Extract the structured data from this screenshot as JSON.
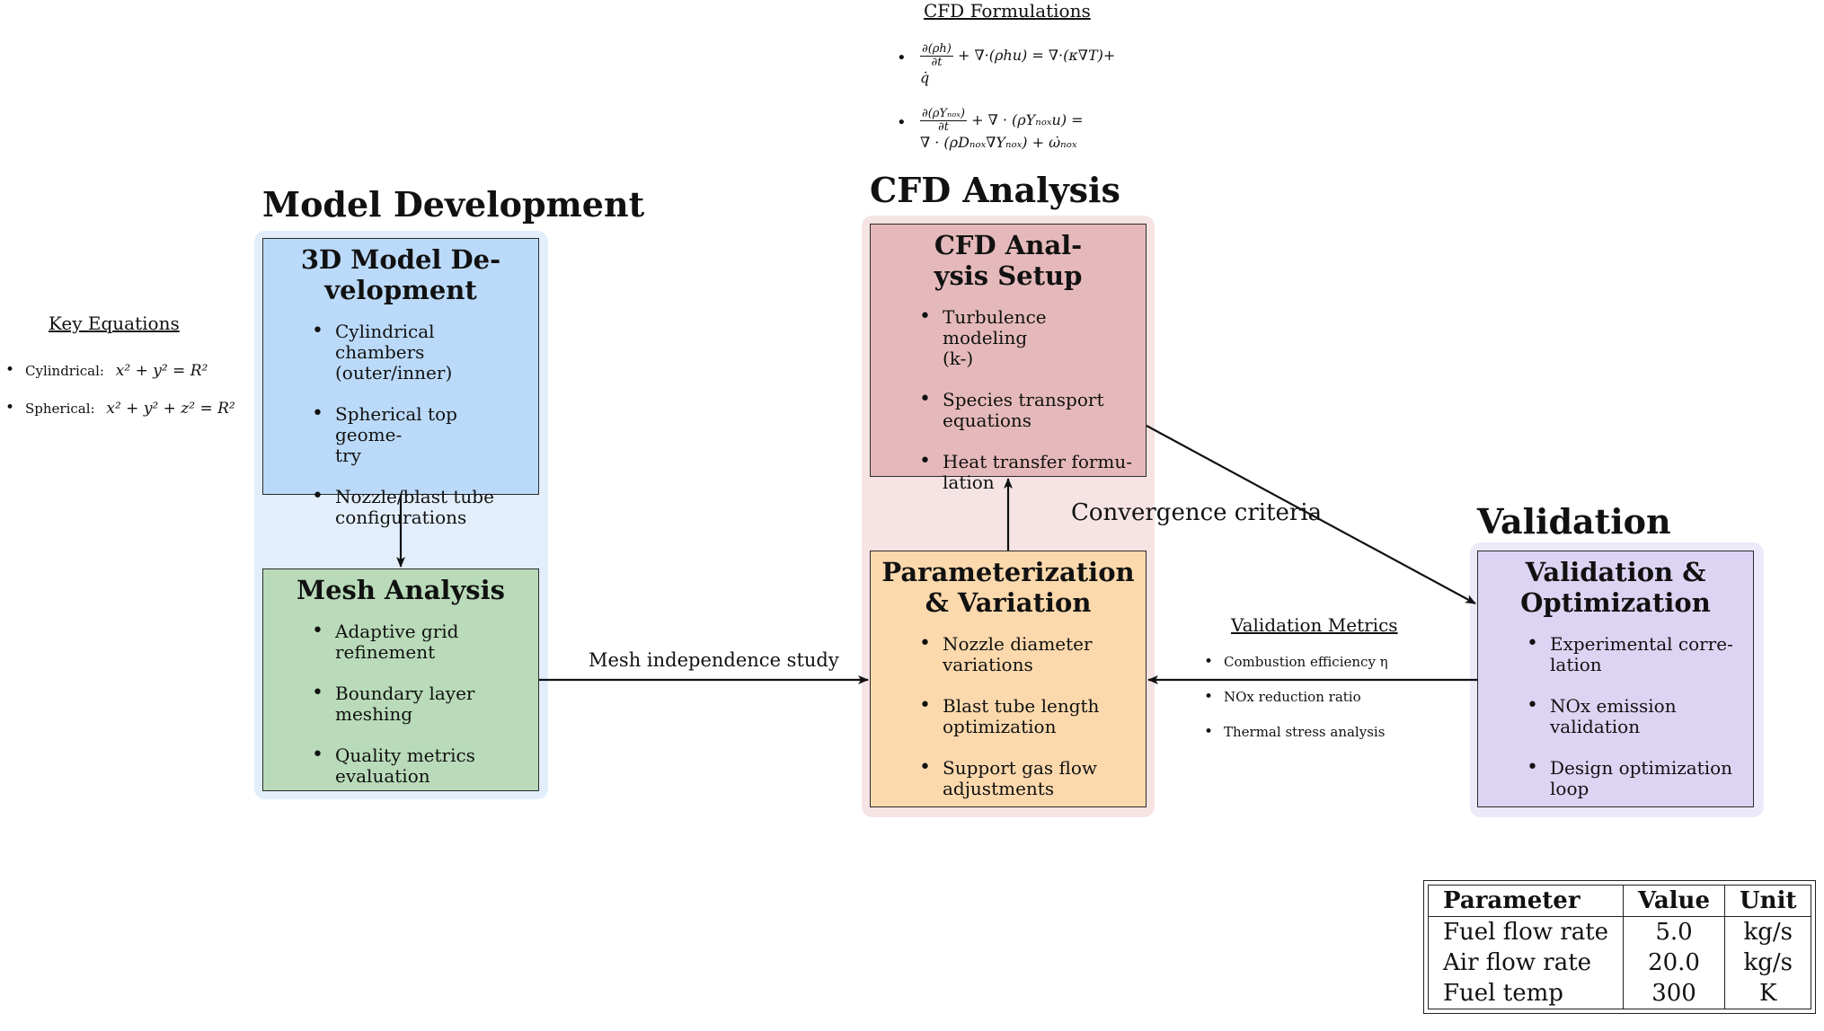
{
  "groups": {
    "model": {
      "title": "Model Development",
      "color": "#e3eefc"
    },
    "cfd": {
      "title": "CFD Analysis",
      "color": "#f6e4e4"
    },
    "validation": {
      "title": "Validation",
      "color": "#eceaf8"
    }
  },
  "boxes": {
    "model3d": {
      "title": "3D Model Development",
      "title_line1": "3D Model De-",
      "title_line2": "velopment",
      "color": "#bbdaf9",
      "items": [
        "Cylindrical chambers (outer/inner)",
        "Spherical top geometry",
        "Nozzle/blast tube configurations"
      ],
      "items_display": [
        [
          "Cylindrical chambers",
          "(outer/inner)"
        ],
        [
          "Spherical top geome-",
          "try"
        ],
        [
          "Nozzle/blast tube",
          "configurations"
        ]
      ]
    },
    "mesh": {
      "title": "Mesh Analysis",
      "color": "#b9dbb9",
      "items_display": [
        [
          "Adaptive grid",
          "refinement"
        ],
        [
          "Boundary layer",
          "meshing"
        ],
        [
          "Quality metrics",
          "evaluation"
        ]
      ]
    },
    "cfdsetup": {
      "title_line1": "CFD Anal-",
      "title_line2": "ysis Setup",
      "color": "#e5b9bb",
      "items_display": [
        [
          "Turbulence modeling",
          "(k-)"
        ],
        [
          "Species transport",
          "equations"
        ],
        [
          "Heat transfer formu-",
          "lation"
        ]
      ]
    },
    "param": {
      "title_line1": "Parameterization",
      "title_line2": "& Variation",
      "color": "#fcd9ad",
      "items_display": [
        [
          "Nozzle diameter",
          "variations"
        ],
        [
          "Blast tube length",
          "optimization"
        ],
        [
          "Support gas flow",
          "adjustments"
        ]
      ]
    },
    "valopt": {
      "title_line1": "Validation &",
      "title_line2": "Optimization",
      "color": "#ddd4f3",
      "items_display": [
        [
          "Experimental corre-",
          "lation"
        ],
        [
          "NOx emission",
          "validation"
        ],
        [
          "Design optimization",
          "loop"
        ]
      ]
    }
  },
  "edges": {
    "mesh_to_param": "Mesh independence study",
    "convergence": "Convergence criteria"
  },
  "key_equations": {
    "title": "Key Equations",
    "items": [
      {
        "label": "Cylindrical:",
        "eq": "x² + y² = R²"
      },
      {
        "label": "Spherical:",
        "eq": "x² + y² + z² = R²"
      }
    ]
  },
  "cfd_formulations": {
    "title": "CFD Formulations",
    "eq1_num": "∂(ρh)",
    "eq1_den": "∂t",
    "eq1_rest": "+ ∇·(ρhu) = ∇·(κ∇T)+",
    "eq1_line2": "q̇",
    "eq2_num": "∂(ρYₙₒₓ)",
    "eq2_den": "∂t",
    "eq2_rest": "+ ∇ · (ρYₙₒₓu) =",
    "eq2_line2": "∇ · (ρDₙₒₓ∇Yₙₒₓ) + ω̇ₙₒₓ"
  },
  "validation_metrics": {
    "title": "Validation Metrics",
    "items": [
      "Combustion efficiency η",
      "NOx reduction ratio",
      "Thermal stress analysis"
    ]
  },
  "param_table": {
    "headers": [
      "Parameter",
      "Value",
      "Unit"
    ],
    "rows": [
      [
        "Fuel flow rate",
        "5.0",
        "kg/s"
      ],
      [
        "Air flow rate",
        "20.0",
        "kg/s"
      ],
      [
        "Fuel temp",
        "300",
        "K"
      ]
    ]
  }
}
